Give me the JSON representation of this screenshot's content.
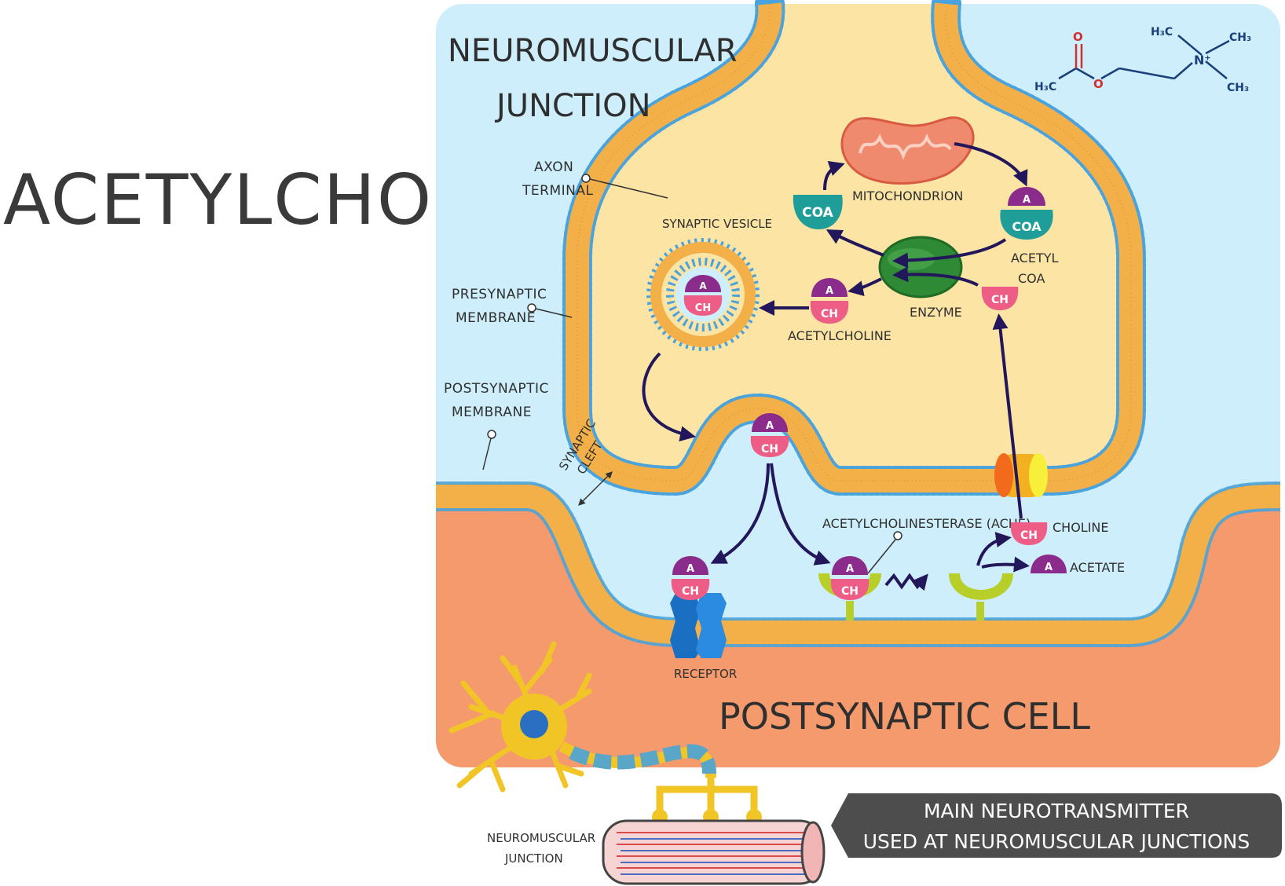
{
  "title": "ACETYLCHOLINE",
  "heading": [
    "NEUROMUSCULAR",
    "JUNCTION"
  ],
  "formula": {
    "h3c_top": "H₃C",
    "ch3_right": "CH₃",
    "ch3_lower": "CH₃",
    "h3c_left": "H₃C",
    "o_double": "O",
    "o_ester": "O",
    "n_plus": "N⁺"
  },
  "labels": {
    "axon_terminal": [
      "AXON",
      "TERMINAL"
    ],
    "presynaptic_membrane": [
      "PRESYNAPTIC",
      "MEMBRANE"
    ],
    "postsynaptic_membrane": [
      "POSTSYNAPTIC",
      "MEMBRANE"
    ],
    "synaptic_cleft": [
      "SYNAPTIC",
      "CLEFT"
    ],
    "synaptic_vesicle": "SYNAPTIC VESICLE",
    "mitochondrion": "MITOCHONDRION",
    "enzyme": "ENZYME",
    "acetylcholine": "ACETYLCHOLINE",
    "acetyl_coa": [
      "ACETYL",
      "COA"
    ],
    "ache": "ACETYLCHOLINESTERASE (ACHE)",
    "choline": "CHOLINE",
    "acetate": "ACETATE",
    "receptor": "RECEPTOR",
    "postsynaptic_cell": "POSTSYNAPTIC CELL",
    "nmj_small": [
      "NEUROMUSCULAR",
      "JUNCTION"
    ]
  },
  "molecules": {
    "a": "A",
    "ch": "CH",
    "coa": "COA"
  },
  "banner": [
    "MAIN NEUROTRANSMITTER",
    "USED AT NEUROMUSCULAR JUNCTIONS"
  ],
  "colors": {
    "cleft_blue": "#cdeefa",
    "terminal_yellow": "#fbe4a4",
    "cell_orange": "#f49a6d",
    "membrane_orange": "#f3b048",
    "head_blue": "#4aa3dc",
    "purple": "#8b2c8c",
    "pink": "#ee5d85",
    "teal": "#1f9e99",
    "enzyme_green": "#2f8a35",
    "arrow_navy": "#23175c",
    "banner_gray": "#4d4d4d"
  }
}
